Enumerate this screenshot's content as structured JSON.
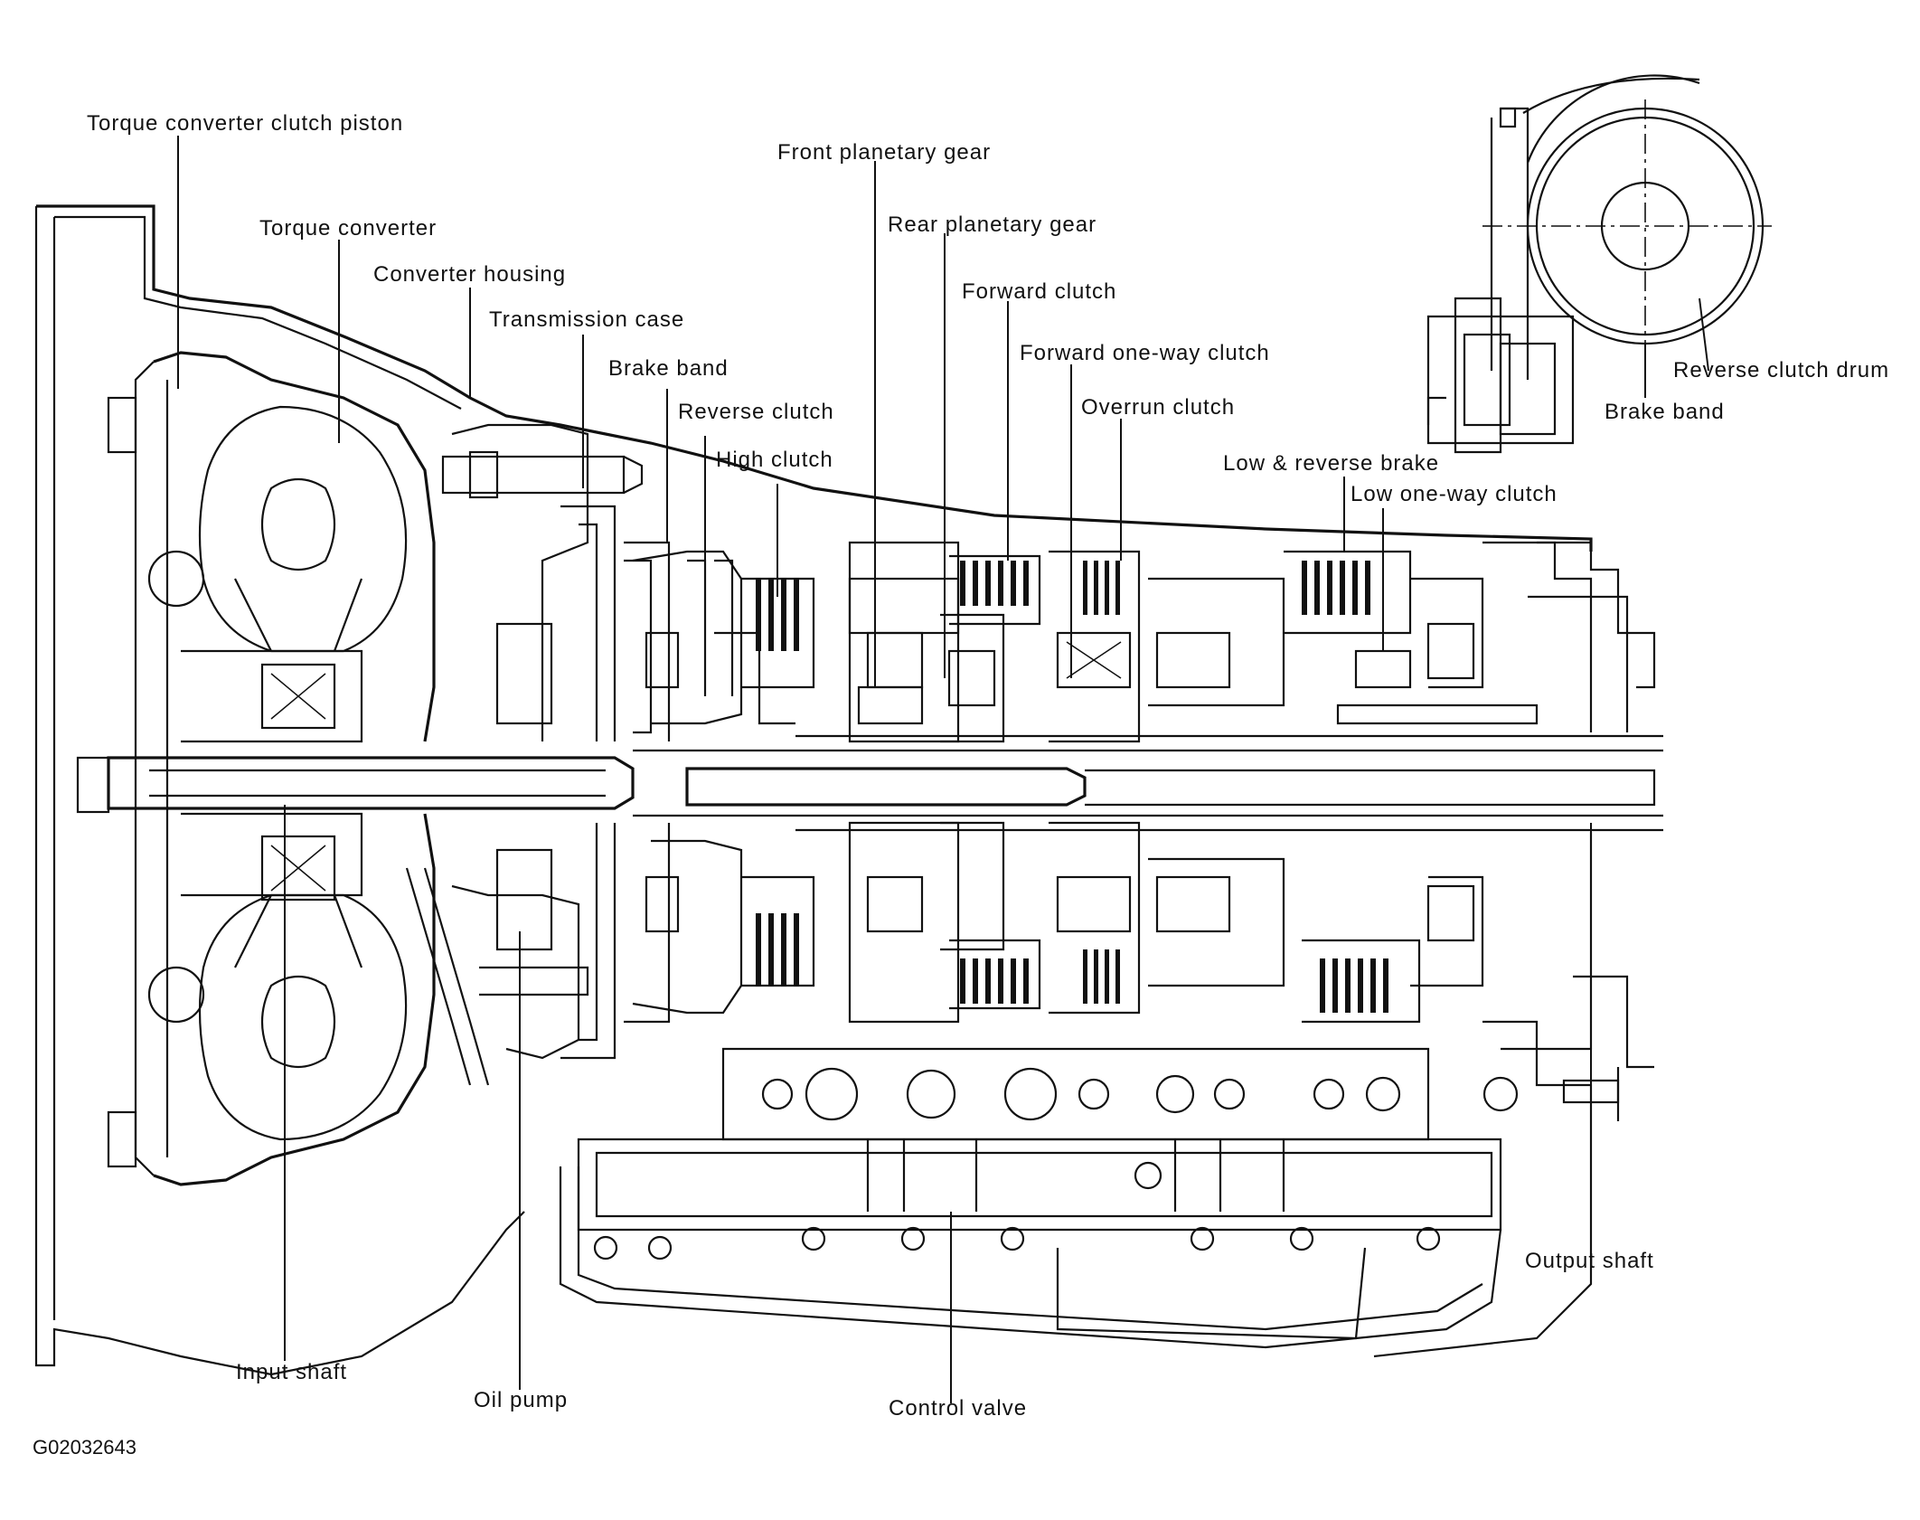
{
  "labels": {
    "torque_converter_clutch_piston": "Torque converter clutch piston",
    "torque_converter": "Torque converter",
    "converter_housing": "Converter housing",
    "transmission_case": "Transmission case",
    "brake_band": "Brake band",
    "reverse_clutch": "Reverse clutch",
    "high_clutch": "High clutch",
    "front_planetary_gear": "Front planetary gear",
    "rear_planetary_gear": "Rear planetary gear",
    "forward_clutch": "Forward clutch",
    "forward_one_way_clutch": "Forward one-way clutch",
    "overrun_clutch": "Overrun clutch",
    "low_reverse_brake": "Low & reverse brake",
    "low_one_way_clutch": "Low one-way clutch",
    "reverse_clutch_drum": "Reverse clutch drum",
    "brake_band_inset": "Brake band",
    "input_shaft": "Input shaft",
    "oil_pump": "Oil pump",
    "control_valve": "Control valve",
    "output_shaft": "Output shaft"
  },
  "figure_id": "G02032643"
}
